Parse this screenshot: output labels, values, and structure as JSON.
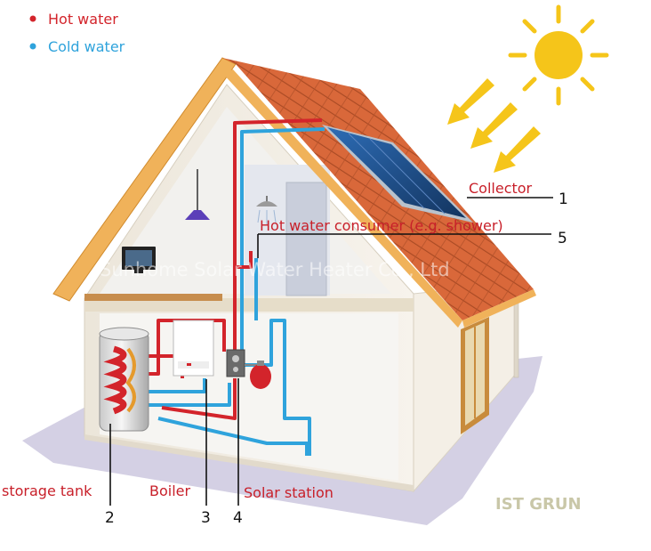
{
  "legend": {
    "hot": {
      "label": "Hot water",
      "color": "#d3242b"
    },
    "cold": {
      "label": "Cold water",
      "color": "#2fa3dc"
    }
  },
  "components": [
    {
      "number": "1",
      "label": "Collector"
    },
    {
      "number": "5",
      "label": "Hot water consumer (e.g. shower)"
    },
    {
      "number": "2",
      "label": "storage tank"
    },
    {
      "number": "3",
      "label": "Boiler"
    },
    {
      "number": "4",
      "label": "Solar station"
    }
  ],
  "watermark": "Sunhome Solar Water Heater Co., Ltd",
  "brand": "IST GRUN",
  "colors": {
    "roof": "#d96a3a",
    "roof_edge": "#f0b25a",
    "wall": "#f4efe6",
    "ground": "#cfcbe0",
    "sun": "#f5c51a",
    "panel": "#1f4e8c",
    "label_red": "#c8202a"
  }
}
